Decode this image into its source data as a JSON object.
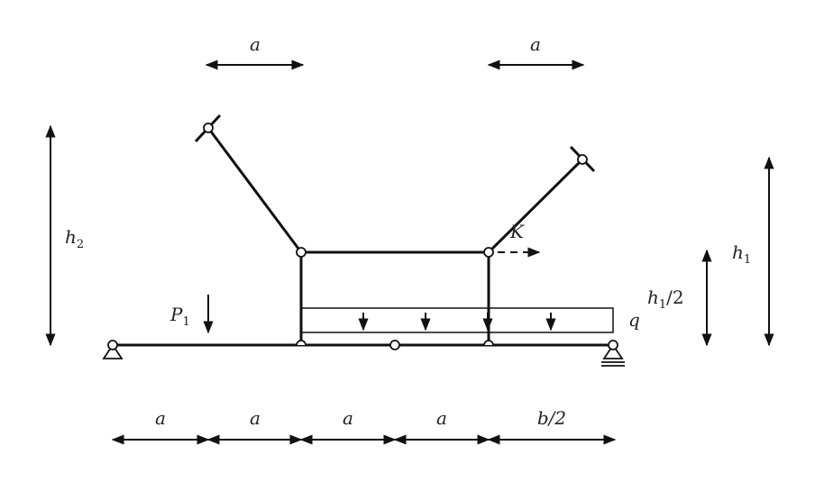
{
  "labels": {
    "top_left_dim": "a",
    "top_right_dim": "a",
    "h2_main": "h",
    "h2_sub": "2",
    "h1_main": "h",
    "h1_sub": "1",
    "h1_half_main": "h",
    "h1_half_sub": "1",
    "h1_half_suffix": "/2",
    "force_main": "P",
    "force_sub": "1",
    "dist_load": "q",
    "point_k": "K",
    "bottom_dims": [
      "a",
      "a",
      "a",
      "a",
      "b/2"
    ]
  }
}
